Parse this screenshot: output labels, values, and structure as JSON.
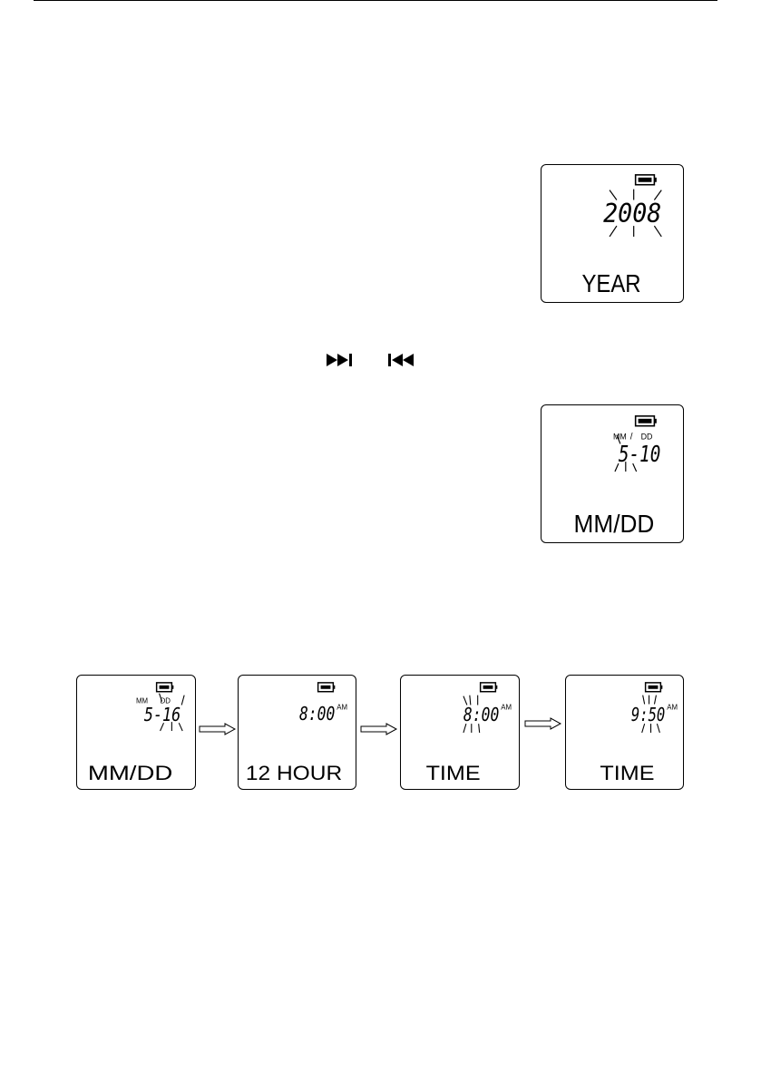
{
  "rule": {
    "color": "#000000"
  },
  "displays": {
    "year": {
      "digits": "2008",
      "label": "YEAR"
    },
    "mmdd_main": {
      "mm_tag": "MM",
      "slash": "/",
      "dd_tag": "DD",
      "digits": "5-10",
      "label": "MM/DD"
    },
    "seq": [
      {
        "mm_tag": "MM",
        "dd_tag": "DD",
        "digits": "5-16",
        "label": "MM/DD"
      },
      {
        "digits": "8:00",
        "ampm": "AM",
        "label": "12 HOUR"
      },
      {
        "digits": "8:00",
        "ampm": "AM",
        "label": "TIME"
      },
      {
        "digits": "9:50",
        "ampm": "AM",
        "label": "TIME"
      }
    ]
  },
  "icons": {
    "next": "next-track-icon",
    "previous": "previous-track-icon",
    "battery": "battery-icon",
    "arrow": "right-arrow-icon"
  }
}
